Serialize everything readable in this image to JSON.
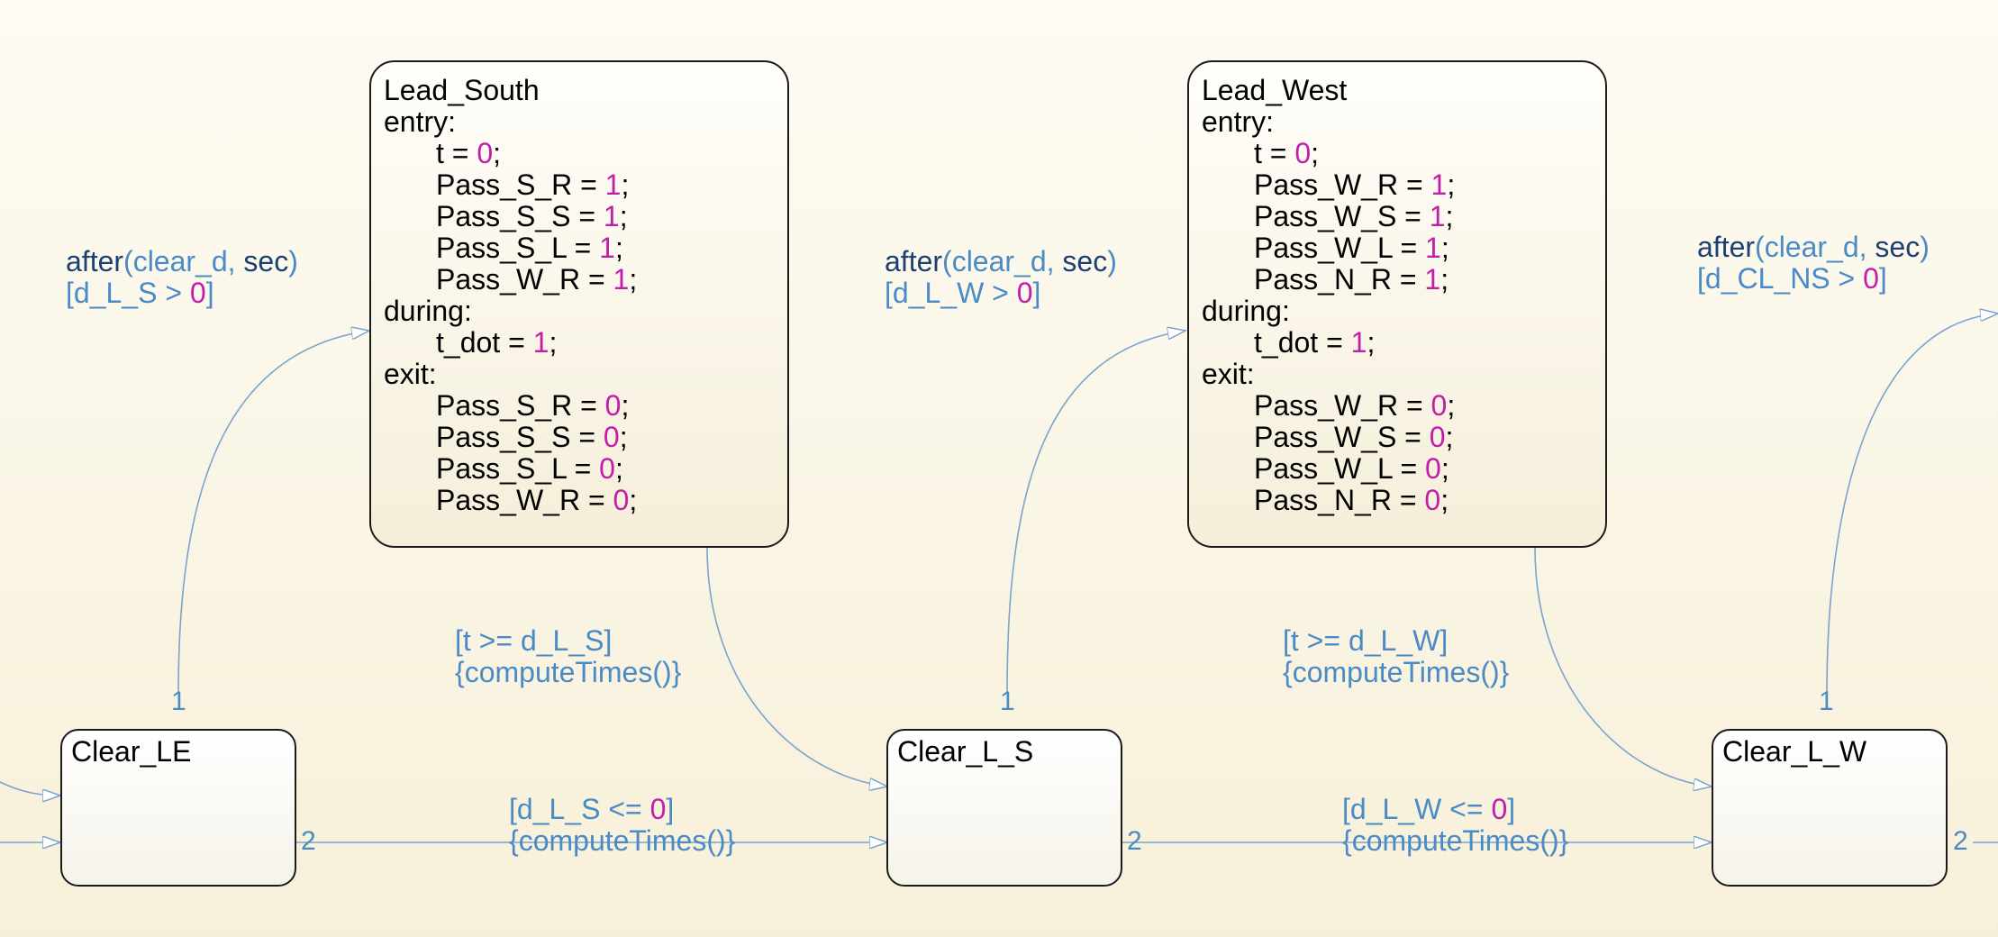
{
  "states": {
    "lead_south": {
      "title": "Lead_South",
      "entry_label": "entry:",
      "entry_t": "t = ",
      "entry_t_val": "0",
      "entry_1": "Pass_S_R = ",
      "entry_1_val": "1",
      "entry_2": "Pass_S_S = ",
      "entry_2_val": "1",
      "entry_3": "Pass_S_L = ",
      "entry_3_val": "1",
      "entry_4": "Pass_W_R = ",
      "entry_4_val": "1",
      "during_label": "during:",
      "during_1": "t_dot = ",
      "during_1_val": "1",
      "exit_label": "exit:",
      "exit_1": "Pass_S_R = ",
      "exit_1_val": "0",
      "exit_2": "Pass_S_S = ",
      "exit_2_val": "0",
      "exit_3": "Pass_S_L = ",
      "exit_3_val": "0",
      "exit_4": "Pass_W_R = ",
      "exit_4_val": "0"
    },
    "lead_west": {
      "title": "Lead_West",
      "entry_label": "entry:",
      "entry_t": "t = ",
      "entry_t_val": "0",
      "entry_1": "Pass_W_R = ",
      "entry_1_val": "1",
      "entry_2": "Pass_W_S = ",
      "entry_2_val": "1",
      "entry_3": "Pass_W_L = ",
      "entry_3_val": "1",
      "entry_4": "Pass_N_R = ",
      "entry_4_val": "1",
      "during_label": "during:",
      "during_1": "t_dot = ",
      "during_1_val": "1",
      "exit_label": "exit:",
      "exit_1": "Pass_W_R = ",
      "exit_1_val": "0",
      "exit_2": "Pass_W_S = ",
      "exit_2_val": "0",
      "exit_3": "Pass_W_L = ",
      "exit_3_val": "0",
      "exit_4": "Pass_N_R = ",
      "exit_4_val": "0"
    },
    "clear_le": {
      "title": "Clear_LE"
    },
    "clear_l_s": {
      "title": "Clear_L_S"
    },
    "clear_l_w": {
      "title": "Clear_L_W"
    }
  },
  "transitions": {
    "t1": {
      "after": "after",
      "open": "(",
      "arg1": "clear_d",
      "comma": ", ",
      "arg2": "sec",
      "close": ")",
      "guard_open": "[d_L_S > ",
      "guard_val": "0",
      "guard_close": "]"
    },
    "t2": {
      "after": "after",
      "open": "(",
      "arg1": "clear_d",
      "comma": ", ",
      "arg2": "sec",
      "close": ")",
      "guard_open": "[d_L_W > ",
      "guard_val": "0",
      "guard_close": "]"
    },
    "t3": {
      "after": "after",
      "open": "(",
      "arg1": "clear_d",
      "comma": ", ",
      "arg2": "sec",
      "close": ")",
      "guard_open": "[d_CL_NS > ",
      "guard_val": "0",
      "guard_close": "]"
    },
    "t4": {
      "line1": "[t >= d_L_S]",
      "line2": "{computeTimes()}"
    },
    "t5": {
      "line1": "[t >= d_L_W]",
      "line2": "{computeTimes()}"
    },
    "t6": {
      "guard_open": "[d_L_S <= ",
      "guard_val": "0",
      "guard_close": "]",
      "line2": "{computeTimes()}"
    },
    "t7": {
      "guard_open": "[d_L_W <= ",
      "guard_val": "0",
      "guard_close": "]",
      "line2": "{computeTimes()}"
    }
  },
  "priorities": {
    "p1": "1",
    "p2": "1",
    "p3": "1",
    "p4": "2",
    "p5": "2",
    "p6": "2"
  },
  "colors": {
    "label": "#4a8ac6",
    "keyword": "#1d3f73",
    "number": "#c21eaa",
    "line": "#7aa3cf"
  }
}
